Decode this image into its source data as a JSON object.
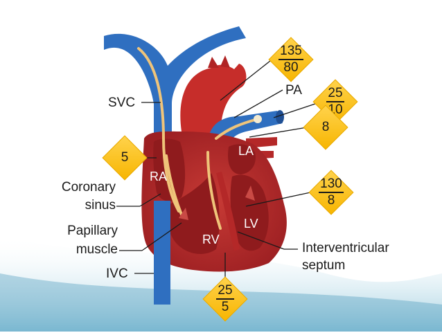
{
  "labels": {
    "svc": "SVC",
    "pa": "PA",
    "la": "LA",
    "ra": "RA",
    "lv": "LV",
    "rv": "RV",
    "coronary_sinus_line1": "Coronary",
    "coronary_sinus_line2": "sinus",
    "papillary_line1": "Papillary",
    "papillary_line2": "muscle",
    "ivc": "IVC",
    "septum_line1": "Interventricular",
    "septum_line2": "septum"
  },
  "pressures": {
    "aorta": {
      "systolic": "135",
      "diastolic": "80"
    },
    "pulmonary_artery": {
      "systolic": "25",
      "diastolic": "10"
    },
    "left_atrium": {
      "value": "8"
    },
    "right_atrium": {
      "value": "5"
    },
    "left_ventricle": {
      "systolic": "130",
      "diastolic": "8"
    },
    "right_ventricle": {
      "systolic": "25",
      "diastolic": "5"
    }
  },
  "colors": {
    "background_wave": "#4aa3c4",
    "vein_blue": "#2f6fc0",
    "artery_red": "#c62d2a",
    "chamber_dark": "#8f1b1d",
    "myocardium": "#b42828",
    "catheter": "#efc47a",
    "badge_gold": "#f7b500"
  }
}
